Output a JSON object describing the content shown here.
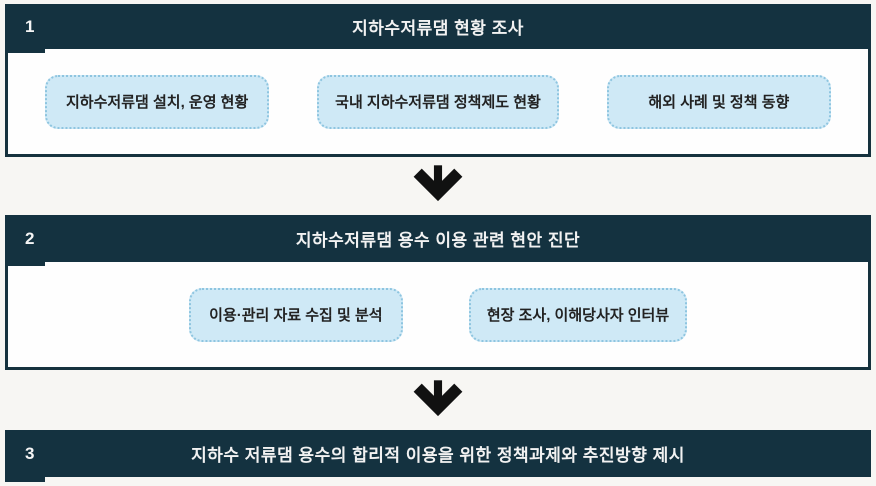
{
  "diagram": {
    "sections": [
      {
        "number": "1",
        "title": "지하수저류댐 현황 조사",
        "boxes": [
          "지하수저류댐 설치, 운영 현황",
          "국내 지하수저류댐 정책제도 현황",
          "해외 사례 및 정책 동향"
        ]
      },
      {
        "number": "2",
        "title": "지하수저류댐 용수 이용 관련 현안 진단",
        "boxes": [
          "이용·관리 자료 수집 및 분석",
          "현장 조사, 이해당사자 인터뷰"
        ]
      },
      {
        "number": "3",
        "title": "지하수 저류댐 용수의 합리적 이용을 위한 정책과제와 추진방향 제시",
        "boxes": []
      }
    ],
    "icons": {
      "down_arrow": "thick-down-arrow"
    },
    "colors": {
      "header_navy": "#143240",
      "box_fill": "#cfe9f6",
      "box_border": "#8ec5e0",
      "content_bg": "#fefefe",
      "page_bg": "#f7f6f3",
      "arrow_black": "#111111",
      "header_text": "#f2f2f2",
      "box_text": "#222222"
    }
  }
}
